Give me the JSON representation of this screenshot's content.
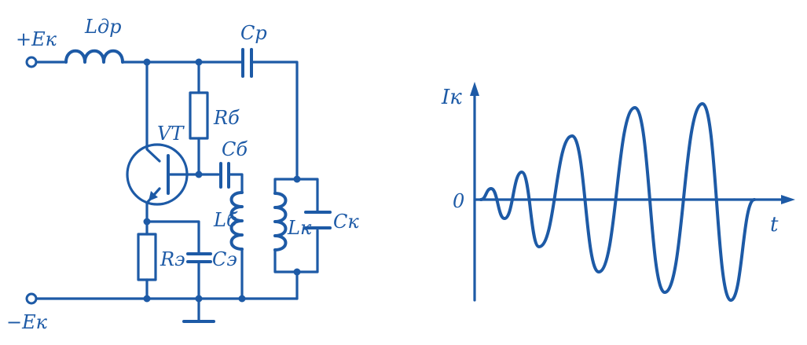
{
  "circuit": {
    "labels": {
      "plus_ek": "+Eк",
      "minus_ek": "−Eк",
      "l_dr": "Lдр",
      "cp": "Cр",
      "rb": "Rб",
      "vt": "VT",
      "cb": "Cб",
      "lb": "Lб",
      "lk": "Lк",
      "ck": "Cк",
      "re": "Rэ",
      "ce": "Cэ"
    }
  },
  "graph": {
    "y_label": "Iк",
    "origin_label": "0",
    "x_label": "t"
  },
  "colors": {
    "ink": "#1d5aa6",
    "paper": "#ffffff"
  }
}
